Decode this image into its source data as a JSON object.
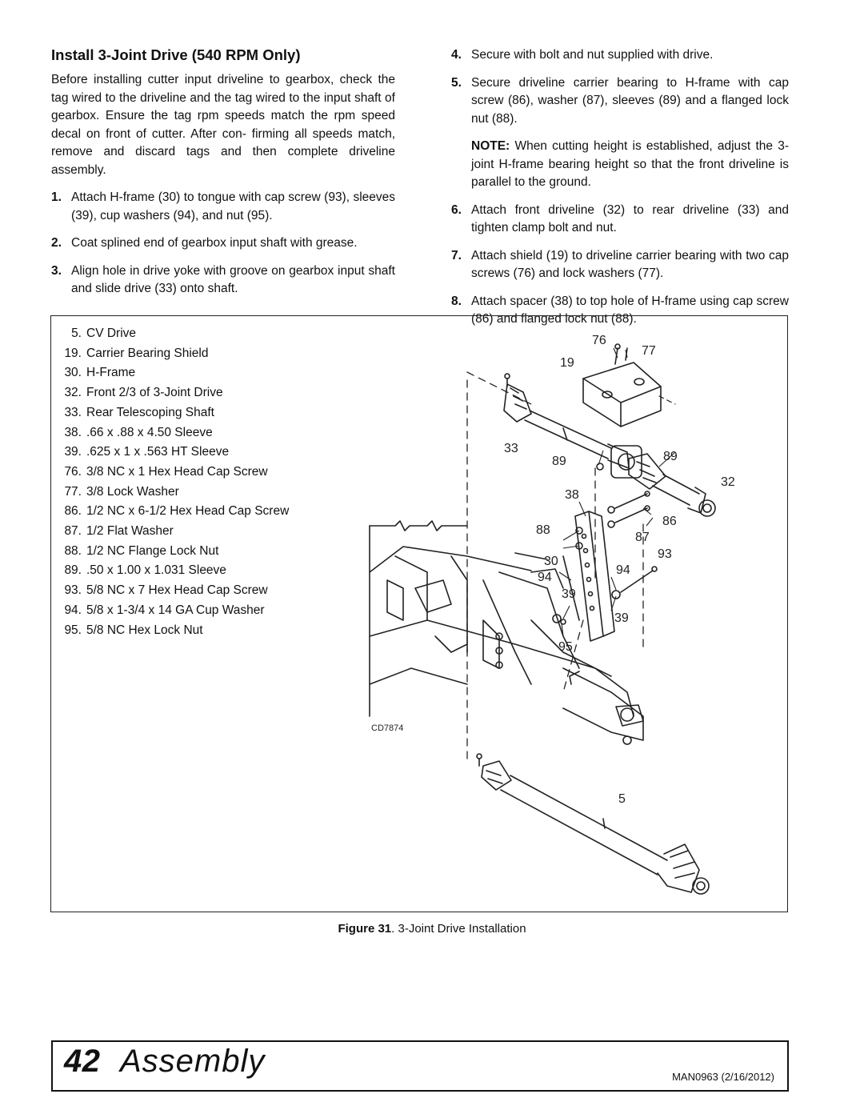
{
  "heading": "Install 3-Joint Drive (540 RPM Only)",
  "intro": "Before installing cutter input driveline to gearbox, check the tag wired to the driveline and the tag wired to the input shaft of gearbox. Ensure the tag rpm speeds match the rpm speed decal on front of cutter. After con- firming all speeds match, remove and discard tags and then complete driveline assembly.",
  "steps_left": [
    {
      "num": "1.",
      "text": "Attach H-frame (30) to tongue with cap screw (93), sleeves (39), cup washers (94), and nut (95)."
    },
    {
      "num": "2.",
      "text": "Coat splined end of gearbox input shaft with grease."
    },
    {
      "num": "3.",
      "text": "Align hole in drive yoke with groove on gearbox input shaft and slide drive (33) onto shaft."
    }
  ],
  "steps_right": [
    {
      "num": "4.",
      "text": "Secure with bolt and nut supplied with drive."
    },
    {
      "num": "5.",
      "text": "Secure driveline carrier bearing to H-frame with cap screw (86), washer (87), sleeves (89) and a flanged lock nut (88)."
    },
    {
      "num": "6.",
      "text": "Attach front driveline (32) to rear driveline (33) and tighten clamp bolt and nut."
    },
    {
      "num": "7.",
      "text": "Attach shield (19) to driveline carrier bearing with two cap screws (76) and lock washers (77)."
    },
    {
      "num": "8.",
      "text": "Attach spacer (38) to top hole of H-frame using cap screw (86) and flanged lock nut (88)."
    }
  ],
  "note": {
    "label": "NOTE:",
    "text": " When cutting height is established, adjust the 3-joint H-frame bearing height so that the front driveline is parallel to the ground."
  },
  "legend": [
    {
      "num": "5.",
      "text": "CV Drive"
    },
    {
      "num": "19.",
      "text": "Carrier Bearing Shield"
    },
    {
      "num": "30.",
      "text": "H-Frame"
    },
    {
      "num": "32.",
      "text": "Front 2/3 of 3-Joint Drive"
    },
    {
      "num": "33.",
      "text": "Rear Telescoping Shaft"
    },
    {
      "num": "38.",
      "text": ".66 x .88 x 4.50 Sleeve"
    },
    {
      "num": "39.",
      "text": ".625 x 1 x .563 HT Sleeve"
    },
    {
      "num": "76.",
      "text": "3/8 NC x 1 Hex Head Cap Screw"
    },
    {
      "num": "77.",
      "text": "3/8 Lock Washer"
    },
    {
      "num": "86.",
      "text": "1/2 NC x 6-1/2 Hex Head Cap Screw"
    },
    {
      "num": "87.",
      "text": "1/2 Flat Washer"
    },
    {
      "num": "88.",
      "text": "1/2 NC Flange Lock Nut"
    },
    {
      "num": "89.",
      "text": ".50 x 1.00 x 1.031 Sleeve"
    },
    {
      "num": "93.",
      "text": "5/8 NC x 7 Hex Head Cap Screw"
    },
    {
      "num": "94.",
      "text": "5/8 x 1-3/4 x 14 GA Cup Washer"
    },
    {
      "num": "95.",
      "text": "5/8 NC Hex Lock Nut"
    }
  ],
  "callouts": {
    "c76": "76",
    "c77": "77",
    "c19": "19",
    "c33": "33",
    "c89a": "89",
    "c89b": "89",
    "c32": "32",
    "c38": "38",
    "c88": "88",
    "c86": "86",
    "c87": "87",
    "c30": "30",
    "c93": "93",
    "c94a": "94",
    "c94b": "94",
    "c39a": "39",
    "c39b": "39",
    "c95": "95",
    "c5": "5"
  },
  "drawing_id": "CD7874",
  "caption": {
    "label": "Figure 31",
    "text": ". 3-Joint Drive Installation"
  },
  "footer": {
    "page_number": "42",
    "section": "Assembly",
    "manual": "MAN0963 (2/16/2012)"
  }
}
